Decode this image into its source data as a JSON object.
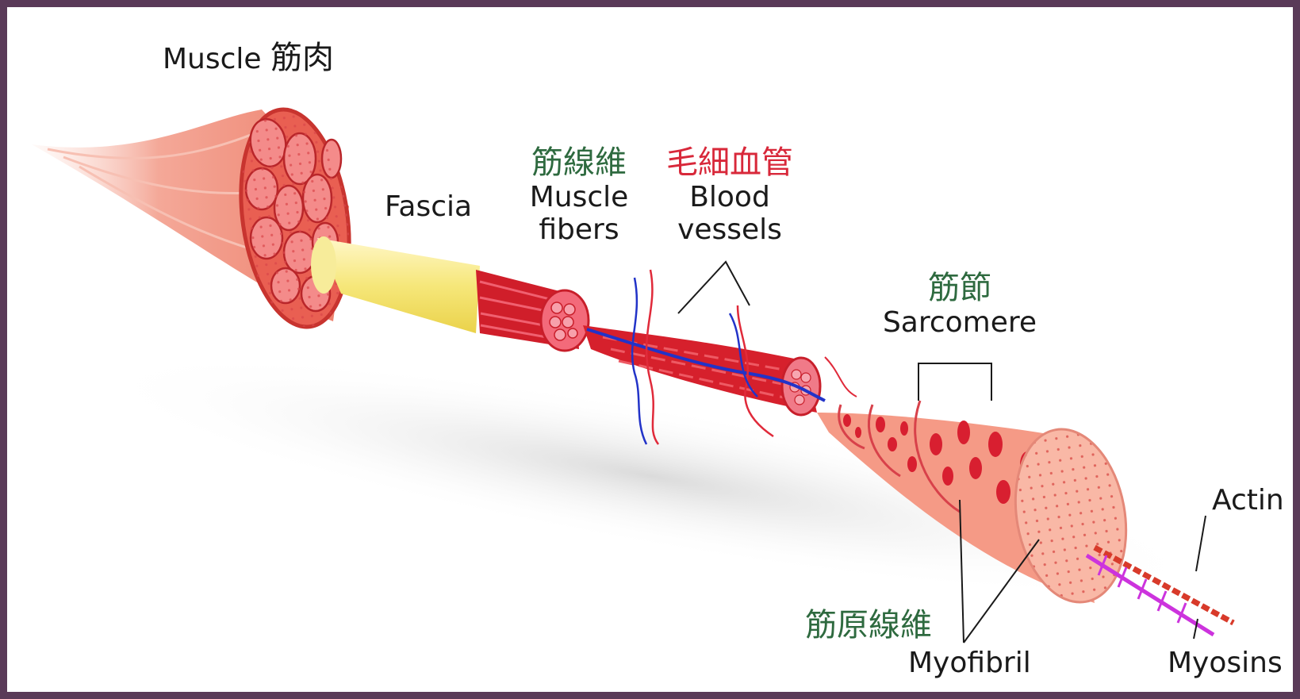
{
  "labels": {
    "muscle_en": "Muscle",
    "muscle_cn": "筋肉",
    "fascia": "Fascia",
    "fibers_cn": "筋線維",
    "fibers_en_1": "Muscle",
    "fibers_en_2": "fibers",
    "blood_cn": "毛細血管",
    "blood_en_1": "Blood",
    "blood_en_2": "vessels",
    "sarcomere_cn": "筋節",
    "sarcomere_en": "Sarcomere",
    "myofibril_cn": "筋原線維",
    "myofibril_en": "Myofibril",
    "actin": "Actin",
    "myosins": "Myosins"
  },
  "colors": {
    "frame": "#5a3a58",
    "muscle": "#f08a78",
    "fascia": "#f7ec8a",
    "fiber": "#d8202c",
    "vessel_blue": "#2233c8",
    "myosin": "#cc33dd",
    "label_green": "#2e6a3f",
    "label_red": "#d8283a"
  }
}
